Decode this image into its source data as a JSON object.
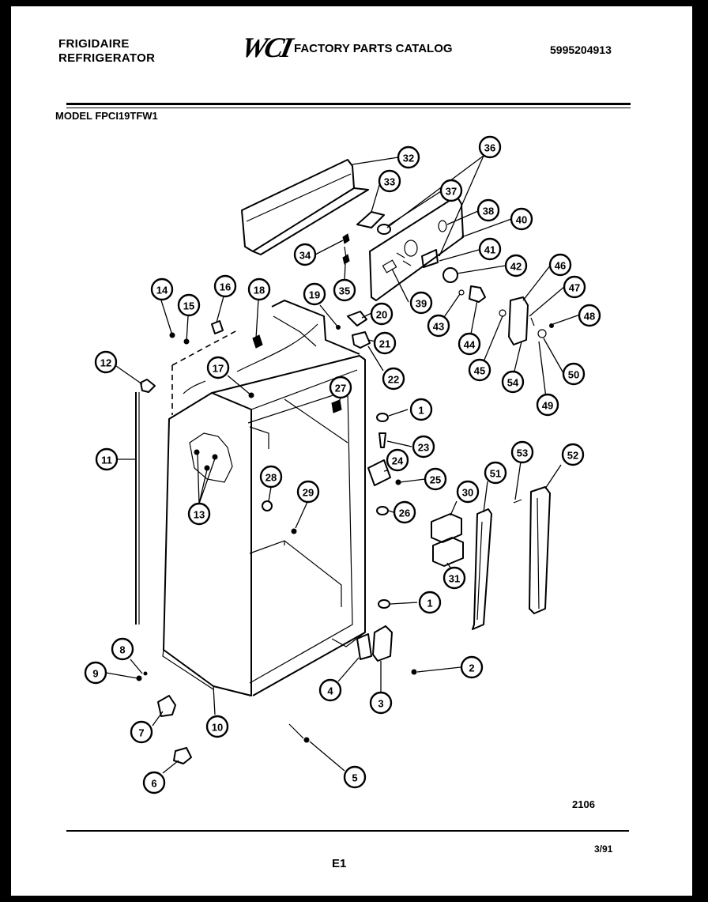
{
  "header": {
    "brand_line1": "FRIGIDAIRE",
    "brand_line2": "REFRIGERATOR",
    "logo_text": "WCI",
    "catalog_title": "FACTORY PARTS CATALOG",
    "catalog_number": "5995204913"
  },
  "model": "MODEL FPCI19TFW1",
  "figure_number": "2106",
  "page_label": "E1",
  "date_code": "3/91",
  "callouts": [
    {
      "label": "32"
    },
    {
      "label": "33"
    },
    {
      "label": "34"
    },
    {
      "label": "35"
    },
    {
      "label": "36"
    },
    {
      "label": "37"
    },
    {
      "label": "38"
    },
    {
      "label": "40"
    },
    {
      "label": "41"
    },
    {
      "label": "42"
    },
    {
      "label": "39"
    },
    {
      "label": "43"
    },
    {
      "label": "44"
    },
    {
      "label": "46"
    },
    {
      "label": "47"
    },
    {
      "label": "48"
    },
    {
      "label": "45"
    },
    {
      "label": "54"
    },
    {
      "label": "50"
    },
    {
      "label": "49"
    },
    {
      "label": "14"
    },
    {
      "label": "15"
    },
    {
      "label": "16"
    },
    {
      "label": "18"
    },
    {
      "label": "19"
    },
    {
      "label": "20"
    },
    {
      "label": "21"
    },
    {
      "label": "22"
    },
    {
      "label": "12"
    },
    {
      "label": "17"
    },
    {
      "label": "27"
    },
    {
      "label": "1"
    },
    {
      "label": "23"
    },
    {
      "label": "24"
    },
    {
      "label": "25"
    },
    {
      "label": "11"
    },
    {
      "label": "13"
    },
    {
      "label": "28"
    },
    {
      "label": "29"
    },
    {
      "label": "26"
    },
    {
      "label": "30"
    },
    {
      "label": "51"
    },
    {
      "label": "53"
    },
    {
      "label": "52"
    },
    {
      "label": "31"
    },
    {
      "label": "1"
    },
    {
      "label": "8"
    },
    {
      "label": "9"
    },
    {
      "label": "2"
    },
    {
      "label": "4"
    },
    {
      "label": "3"
    },
    {
      "label": "7"
    },
    {
      "label": "10"
    },
    {
      "label": "5"
    },
    {
      "label": "6"
    }
  ]
}
